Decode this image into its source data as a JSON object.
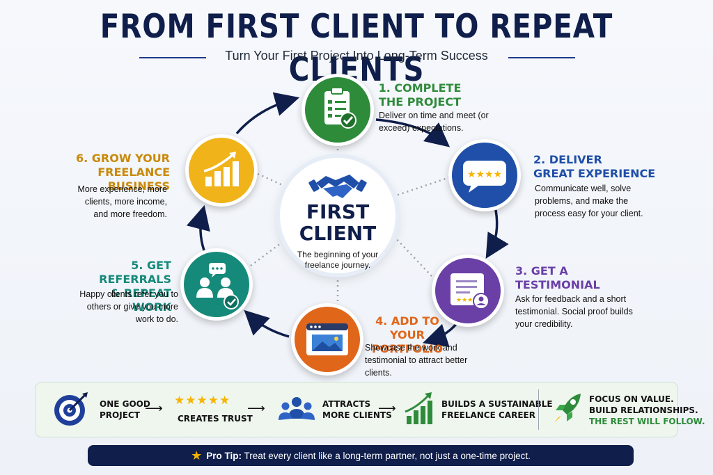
{
  "header": {
    "title": "FROM FIRST CLIENT TO REPEAT CLIENTS",
    "subtitle": "Turn Your First Project Into Long-Term Success"
  },
  "center": {
    "title_line1": "FIRST",
    "title_line2": "CLIENT",
    "description": "The beginning of your freelance journey."
  },
  "steps": [
    {
      "title_line1": "1. COMPLETE",
      "title_line2": "THE PROJECT",
      "description": "Deliver on time and meet (or exceed) expectations.",
      "color": "#2e8b3a",
      "icon": "clipboard-check-icon"
    },
    {
      "title_line1": "2. DELIVER",
      "title_line2": "GREAT EXPERIENCE",
      "description": "Communicate well, solve problems, and make the process easy for your client.",
      "color": "#1f4fa8",
      "icon": "rating-bubble-icon"
    },
    {
      "title_line1": "3. GET A",
      "title_line2": "TESTIMONIAL",
      "description": "Ask for feedback and a short testimonial. Social proof builds your credibility.",
      "color": "#6a3fa6",
      "icon": "testimonial-doc-icon"
    },
    {
      "title_line1": "4. ADD TO YOUR",
      "title_line2": "PORTFOLIO",
      "description": "Showcase the work and testimonial to attract better clients.",
      "color": "#e0661a",
      "icon": "portfolio-browser-icon"
    },
    {
      "title_line1": "5. GET REFERRALS",
      "title_line2": "& REPEAT WORK",
      "description": "Happy clients refer you to others or give you more work to do.",
      "color": "#168a7a",
      "icon": "referral-people-icon"
    },
    {
      "title_line1": "6. GROW YOUR",
      "title_line2": "FREELANCE BUSINESS",
      "description": "More experience, more clients, more income, and more freedom.",
      "color": "#c98a0a",
      "icon": "growth-chart-icon"
    }
  ],
  "flow": {
    "items": [
      {
        "line1": "ONE GOOD",
        "line2": "PROJECT",
        "icon": "target-icon"
      },
      {
        "line1": "",
        "line2": "CREATES TRUST",
        "icon": "five-stars-icon",
        "stars": "★★★★★"
      },
      {
        "line1": "ATTRACTS",
        "line2": "MORE CLIENTS",
        "icon": "group-icon"
      },
      {
        "line1": "BUILDS A SUSTAINABLE",
        "line2": "FREELANCE CAREER",
        "icon": "growth-icon"
      }
    ],
    "arrow": "⟶",
    "final": {
      "line1": "FOCUS ON VALUE.",
      "line2": "BUILD RELATIONSHIPS.",
      "line3": "THE REST WILL FOLLOW.",
      "icon": "rocket-icon",
      "accent": "#2e8b3a"
    }
  },
  "tip": {
    "star": "★",
    "label": "Pro Tip:",
    "text": " Treat every client like a long-term partner, not just a one-time project."
  }
}
